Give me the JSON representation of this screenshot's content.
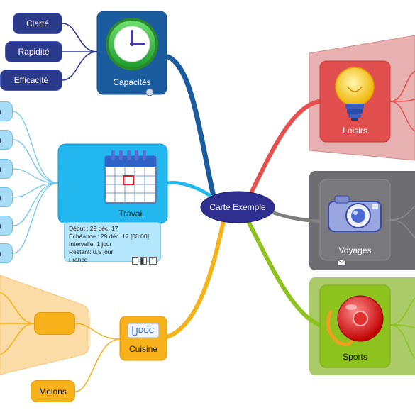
{
  "center": {
    "label": "Carte Exemple",
    "color": "#2e2f8f"
  },
  "branches": {
    "capacites": {
      "label": "Capacités",
      "icon": "clock-icon",
      "color": "#1b5c9e",
      "children": [
        "Clarté",
        "Rapidité",
        "Efficacité"
      ]
    },
    "travail": {
      "label": "Travail",
      "icon": "calendar-icon",
      "color": "#22b7ee",
      "children": [
        "n",
        "n",
        "n",
        "n",
        "n",
        "n"
      ],
      "task": {
        "debut": "Début : 29 déc. 17",
        "echeance": "Échéance : 29 déc. 17 [08:00]",
        "intervalle": "Intervalle: 1 jour",
        "restant": "Restant: 0,5 jour",
        "ressource": "Franco",
        "badge": "1"
      }
    },
    "cuisine": {
      "label": "Cuisine",
      "icon": "document-attachment-icon",
      "attachment_label": "DOC",
      "color": "#f5a31a",
      "children": [
        "",
        "Melons"
      ]
    },
    "loisirs": {
      "label": "Loisirs",
      "icon": "lightbulb-icon",
      "color": "#e85050"
    },
    "voyages": {
      "label": "Voyages",
      "icon": "camera-icon",
      "color": "#6e6e6e"
    },
    "sports": {
      "label": "Sports",
      "icon": "ball-icon",
      "color": "#8dc21f"
    }
  }
}
